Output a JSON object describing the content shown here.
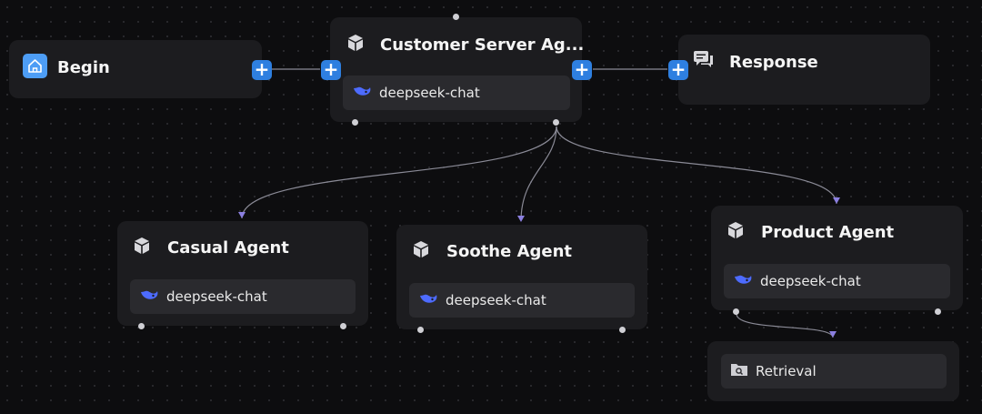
{
  "nodes": {
    "begin": {
      "title": "Begin"
    },
    "customer": {
      "title": "Customer Server Ag...",
      "model": "deepseek-chat"
    },
    "response": {
      "title": "Response"
    },
    "casual": {
      "title": "Casual Agent",
      "model": "deepseek-chat"
    },
    "soothe": {
      "title": "Soothe Agent",
      "model": "deepseek-chat"
    },
    "product": {
      "title": "Product Agent",
      "model": "deepseek-chat"
    },
    "retrieval": {
      "title": "Retrieval"
    }
  },
  "icons": {
    "begin": "home-icon",
    "agent": "cube-icon",
    "response": "chat-icon",
    "model": "deepseek-whale-icon",
    "retrieval": "folder-search-icon",
    "add": "plus-icon"
  },
  "colors": {
    "canvas": "#0d0d0f",
    "node": "#1c1c1f",
    "accent": "#2e7fe0",
    "edge": "#8a8a96",
    "edge_arrow": "#8b7fe0",
    "deepseek": "#4d6bfe"
  }
}
